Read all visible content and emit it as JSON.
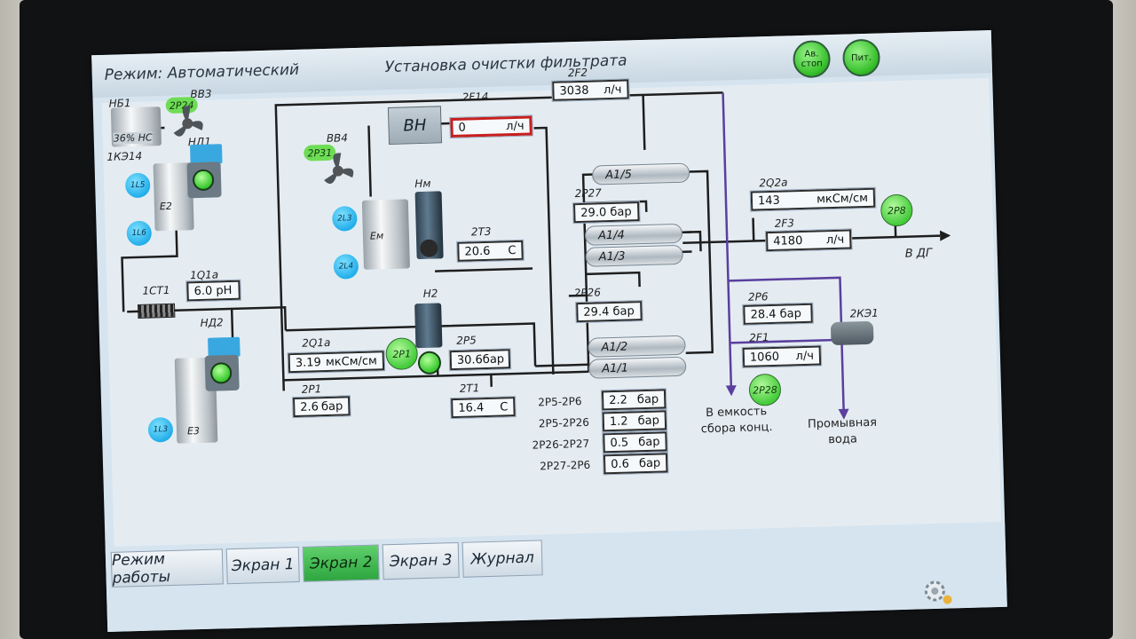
{
  "header": {
    "mode": "Режим: Автоматический",
    "title": "Установка очистки фильтрата",
    "btn_estop": "Ав. стоп",
    "btn_power": "Пит."
  },
  "left": {
    "nb1": "НБ1",
    "nb1_value": "36% НС",
    "bv3": "ВВ3",
    "p24": "2Р24",
    "ke14": "1КЭ14",
    "nd1": "НД1",
    "l5": "1L5",
    "l6": "1L6",
    "e2": "Е2",
    "ct1": "1СТ1",
    "q1a": "1Q1а",
    "q1a_value": "6.0 pH",
    "nd2": "НД2",
    "l3": "1L3",
    "e3": "Е3"
  },
  "center": {
    "bb4": "ВВ4",
    "p31": "2Р31",
    "bh": "ВН",
    "f14": "2F14",
    "f14_value": "0",
    "f14_unit": "л/ч",
    "hm": "Нм",
    "l3": "2L3",
    "l4": "2L4",
    "em": "Ем",
    "t3": "2Т3",
    "t3_value": "20.6",
    "t3_unit": "С",
    "h2": "Н2",
    "p1_sensor": "2Р1",
    "q1a2": "2Q1а",
    "q1a2_value": "3.19",
    "q1a2_unit": "мкСм/см",
    "p1": "2Р1",
    "p1_value": "2.6",
    "p1_unit": "бар",
    "p5": "2Р5",
    "p5_value": "30.6",
    "p5_unit": "бар",
    "t1": "2Т1",
    "t1_value": "16.4",
    "t1_unit": "С"
  },
  "filters": {
    "f2": "2F2",
    "f2_value": "3038",
    "f2_unit": "л/ч",
    "a15": "А1/5",
    "p27": "2Р27",
    "p27_value": "29.0 бар",
    "a14": "А1/4",
    "a13": "А1/3",
    "p26": "2Р26",
    "p26_value": "29.4 бар",
    "a12": "А1/2",
    "a11": "А1/1"
  },
  "diffs": [
    {
      "label": "2Р5-2Р6",
      "value": "2.2",
      "unit": "бар"
    },
    {
      "label": "2Р5-2Р26",
      "value": "1.2",
      "unit": "бар"
    },
    {
      "label": "2Р26-2Р27",
      "value": "0.5",
      "unit": "бар"
    },
    {
      "label": "2Р27-2Р6",
      "value": "0.6",
      "unit": "бар"
    }
  ],
  "right": {
    "q2a": "2Q2а",
    "q2a_value": "143",
    "q2a_unit": "мкСм/см",
    "p8": "2Р8",
    "f3": "2F3",
    "f3_value": "4180",
    "f3_unit": "л/ч",
    "to_dg": "В ДГ",
    "p6": "2Р6",
    "p6_value": "28.4 бар",
    "ke1": "2КЭ1",
    "f1": "2F1",
    "f1_value": "1060",
    "f1_unit": "л/ч",
    "p28": "2Р28",
    "conc_line1": "В емкость",
    "conc_line2": "сбора конц.",
    "wash_line1": "Промывная",
    "wash_line2": "вода"
  },
  "tabs": [
    "Режим работы",
    "Экран 1",
    "Экран 2",
    "Экран 3",
    "Журнал"
  ],
  "active_tab": "Экран 2",
  "colors": {
    "screen_bg": "#e4ecf2",
    "sensor_blue": "#22aeea",
    "sensor_green": "#44cb3a",
    "alarm_red": "#c81e1e",
    "conc_line": "#5a3f9e"
  }
}
